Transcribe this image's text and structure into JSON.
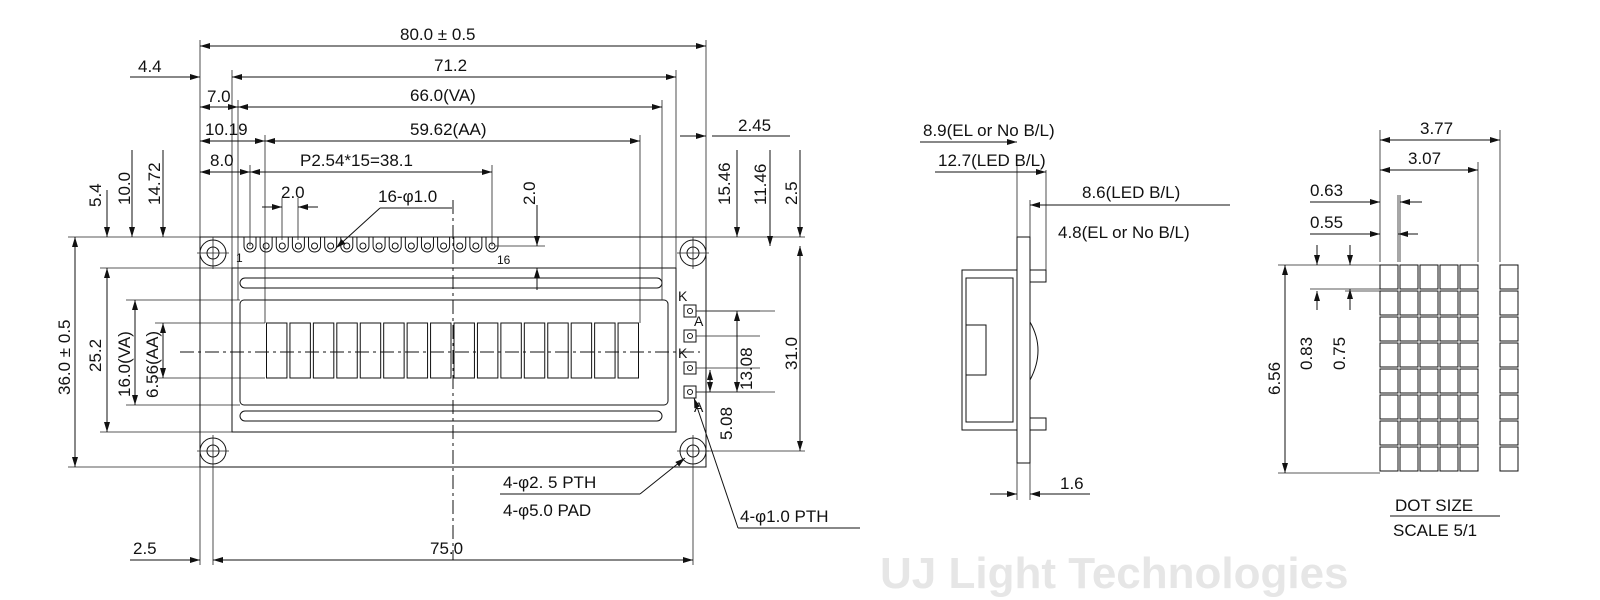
{
  "watermark": "UJ Light Technologies",
  "front_view": {
    "dims_top": {
      "overall_width": "80.0 ± 0.5",
      "w_71_2": "71.2",
      "va_width": "66.0(VA)",
      "aa_width": "59.62(AA)",
      "pin_pitch": "P2.54*15=38.1",
      "offset_4_4": "4.4",
      "offset_7_0": "7.0",
      "offset_10_19": "10.19",
      "offset_8_0": "8.0",
      "pin_pad": "2.0",
      "pin_holes": "16-φ1.0",
      "right_2_45": "2.45",
      "pin_row_2_0": "2.0"
    },
    "dims_left": {
      "overall_height": "36.0 ± 0.5",
      "h_25_2": "25.2",
      "va_height": "16.0(VA)",
      "aa_height": "6.56(AA)",
      "top_5_4": "5.4",
      "top_10_0": "10.0",
      "top_14_72": "14.72"
    },
    "dims_right": {
      "r_15_46": "15.46",
      "r_11_46": "11.46",
      "r_2_5": "2.5",
      "r_13_08": "13.08",
      "r_31_0": "31.0",
      "r_5_08": "5.08"
    },
    "dims_bottom": {
      "b_2_5": "2.5",
      "b_75_0": "75.0"
    },
    "pin_labels": {
      "first": "1",
      "last": "16"
    },
    "backlight_labels": [
      "K",
      "A",
      "K",
      "A"
    ],
    "notes": {
      "mount_pth": "4-φ2. 5 PTH",
      "mount_pad": "4-φ5.0 PAD",
      "bl_pth": "4-φ1.0 PTH"
    },
    "character_count": 16,
    "pin_count": 16
  },
  "side_view": {
    "el_thickness": "8.9(EL or No B/L)",
    "led_thickness": "12.7(LED B/L)",
    "led_8_6": "8.6(LED B/L)",
    "el_4_8": "4.8(EL or No B/L)",
    "pcb": "1.6"
  },
  "dot_view": {
    "w_3_77": "3.77",
    "w_3_07": "3.07",
    "d_0_63": "0.63",
    "d_0_55": "0.55",
    "h_6_56": "6.56",
    "h_0_83": "0.83",
    "h_0_75": "0.75",
    "caption_1": "DOT SIZE",
    "caption_2": "SCALE 5/1",
    "columns": 5,
    "rows": 8
  }
}
